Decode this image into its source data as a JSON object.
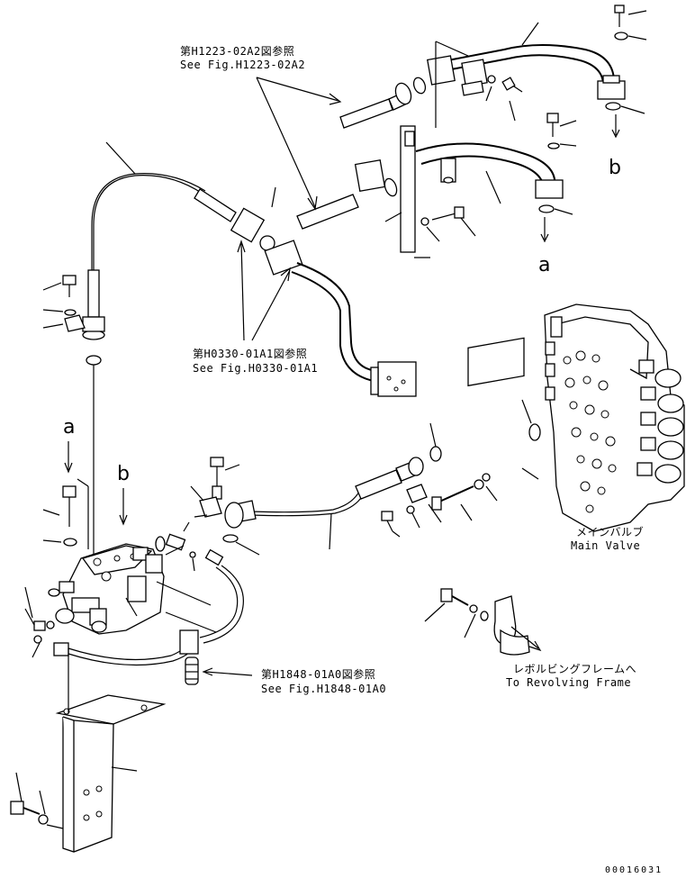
{
  "callouts": {
    "fig_h1223": {
      "jp": "第H1223-02A2図参照",
      "en": "See Fig.H1223-02A2"
    },
    "fig_h0330": {
      "jp": "第H0330-01A1図参照",
      "en": "See Fig.H0330-01A1"
    },
    "fig_h1848": {
      "jp": "第H1848-01A0図参照",
      "en": "See Fig.H1848-01A0"
    }
  },
  "main_valve": {
    "jp": "メインバルブ",
    "en": "Main Valve"
  },
  "revolving_frame": {
    "jp": "レボルビングフレームへ",
    "en": "To Revolving Frame"
  },
  "refs": {
    "a_top": "a",
    "b_top": "b",
    "a_left": "a",
    "b_left": "b"
  },
  "drawing_number": "00016031"
}
